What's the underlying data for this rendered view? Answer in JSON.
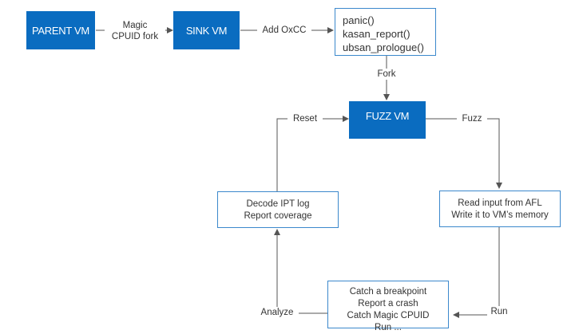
{
  "nodes": {
    "parent_vm": "PARENT VM",
    "sink_vm": "SINK VM",
    "fuzz_vm": "FUZZ VM",
    "handlers": [
      "panic()",
      "kasan_report()",
      "ubsan_prologue()"
    ],
    "read_input": [
      "Read input from AFL",
      "Write it to VM’s memory"
    ],
    "decode": [
      "Decode IPT log",
      "Report coverage"
    ],
    "catch": [
      "Catch a breakpoint",
      "Report a crash",
      "Catch Magic CPUID",
      "Run ..."
    ]
  },
  "edges": {
    "magic_fork": [
      "Magic",
      "CPUID fork"
    ],
    "add_cc": "Add OxCC",
    "fork": "Fork",
    "fuzz": "Fuzz",
    "reset": "Reset",
    "run": "Run",
    "analyze": "Analyze"
  },
  "colors": {
    "box_fill": "#0a6cc0",
    "box_border": "#3b88cc",
    "line": "#555555"
  }
}
